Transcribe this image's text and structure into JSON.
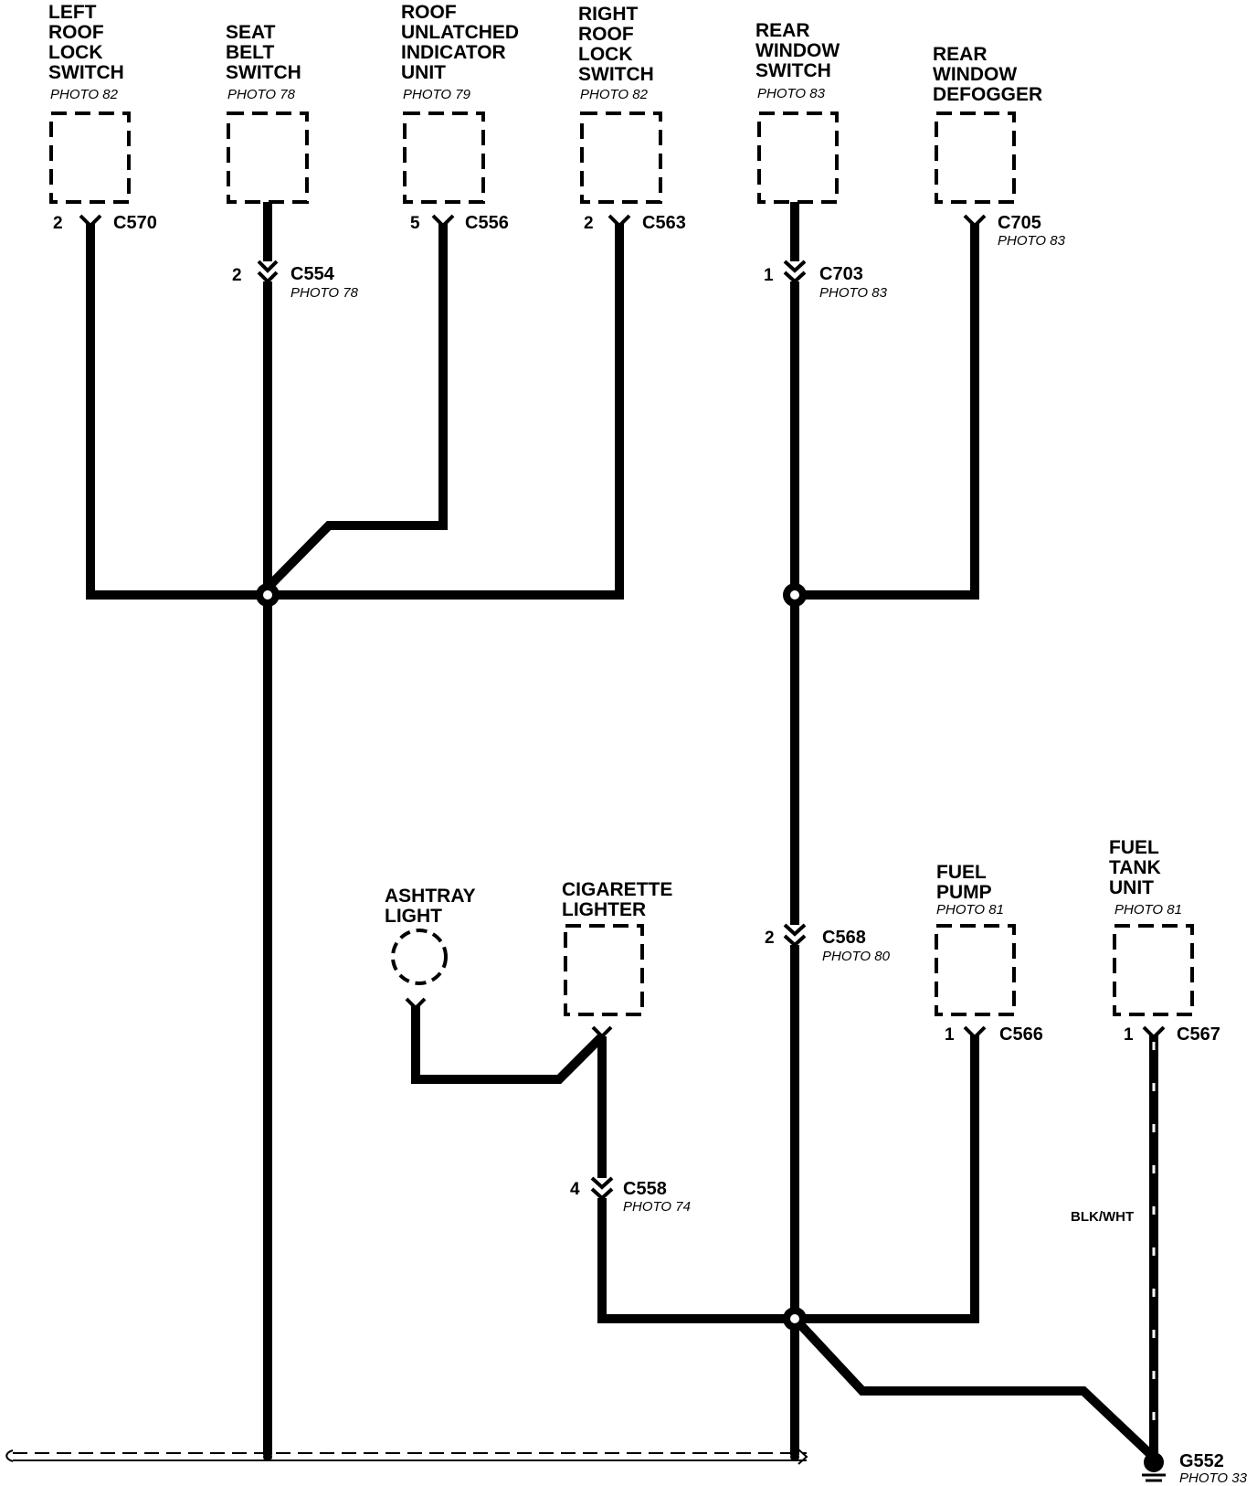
{
  "components": {
    "left_roof_lock_switch": {
      "lines": [
        "LEFT",
        "ROOF",
        "LOCK",
        "SWITCH"
      ],
      "photo": "PHOTO 82"
    },
    "seat_belt_switch": {
      "lines": [
        "SEAT",
        "BELT",
        "SWITCH"
      ],
      "photo": "PHOTO 78"
    },
    "roof_unlatched_indicator_unit": {
      "lines": [
        "ROOF",
        "UNLATCHED",
        "INDICATOR",
        "UNIT"
      ],
      "photo": "PHOTO 79"
    },
    "right_roof_lock_switch": {
      "lines": [
        "RIGHT",
        "ROOF",
        "LOCK",
        "SWITCH"
      ],
      "photo": "PHOTO 82"
    },
    "rear_window_switch": {
      "lines": [
        "REAR",
        "WINDOW",
        "SWITCH"
      ],
      "photo": "PHOTO 83"
    },
    "rear_window_defogger": {
      "lines": [
        "REAR",
        "WINDOW",
        "DEFOGGER"
      ]
    },
    "ashtray_light": {
      "lines": [
        "ASHTRAY",
        "LIGHT"
      ]
    },
    "cigarette_lighter": {
      "lines": [
        "CIGARETTE",
        "LIGHTER"
      ]
    },
    "fuel_pump": {
      "lines": [
        "FUEL",
        "PUMP"
      ],
      "photo": "PHOTO 81"
    },
    "fuel_tank_unit": {
      "lines": [
        "FUEL",
        "TANK",
        "UNIT"
      ],
      "photo": "PHOTO 81"
    }
  },
  "connectors": {
    "c570": {
      "name": "C570",
      "pin": "2"
    },
    "c554": {
      "name": "C554",
      "pin": "2",
      "photo": "PHOTO 78"
    },
    "c556": {
      "name": "C556",
      "pin": "5"
    },
    "c563": {
      "name": "C563",
      "pin": "2"
    },
    "c703": {
      "name": "C703",
      "pin": "1",
      "photo": "PHOTO 83"
    },
    "c705": {
      "name": "C705",
      "photo": "PHOTO 83"
    },
    "c568": {
      "name": "C568",
      "pin": "2",
      "photo": "PHOTO 80"
    },
    "c558": {
      "name": "C558",
      "pin": "4",
      "photo": "PHOTO 74"
    },
    "c566": {
      "name": "C566",
      "pin": "1"
    },
    "c567": {
      "name": "C567",
      "pin": "1"
    }
  },
  "ground": {
    "name": "G552",
    "photo": "PHOTO 33"
  },
  "wire_color": "BLK/WHT"
}
